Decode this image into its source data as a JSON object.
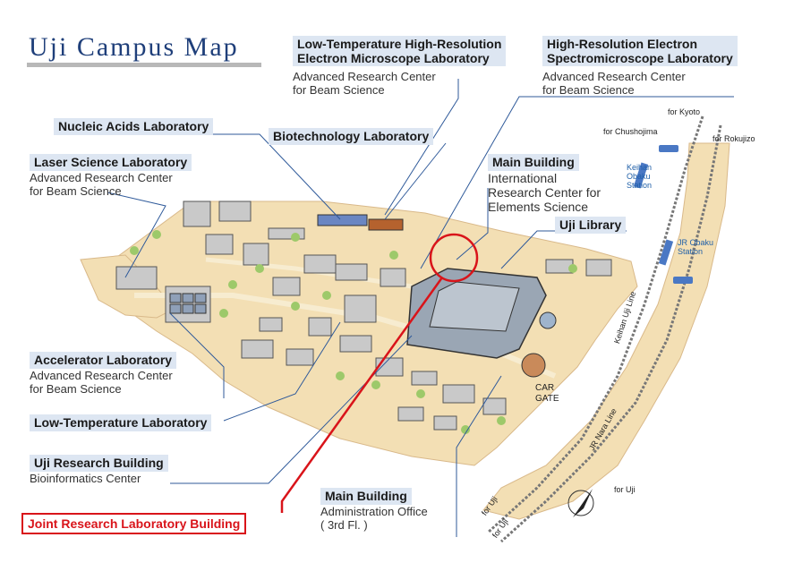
{
  "title": "Uji Campus Map",
  "labels": {
    "lowtemp_em": {
      "heading": [
        "Low-Temperature High-Resolution",
        "Electron Microscope Laboratory"
      ],
      "sub": [
        "Advanced Research Center",
        "for Beam Science"
      ]
    },
    "hires_es": {
      "heading": [
        "High-Resolution Electron",
        "Spectromicroscope Laboratory"
      ],
      "sub": [
        "Advanced Research Center",
        "for Beam Science"
      ]
    },
    "nucleic": {
      "heading": "Nucleic Acids Laboratory"
    },
    "biotech": {
      "heading": "Biotechnology Laboratory"
    },
    "laser": {
      "heading": "Laser Science Laboratory",
      "sub": [
        "Advanced Research Center",
        "for Beam Science"
      ]
    },
    "main_bldg_irc": {
      "heading": "Main Building",
      "sub": [
        "International",
        "Research Center for",
        "Elements Science"
      ]
    },
    "uji_library": {
      "heading": "Uji Library"
    },
    "accelerator": {
      "heading": "Accelerator Laboratory",
      "sub": [
        "Advanced Research Center",
        "for Beam Science"
      ]
    },
    "lowtemp_lab": {
      "heading": "Low-Temperature Laboratory"
    },
    "uji_research": {
      "heading": "Uji Research Building",
      "sub": "Bioinformatics Center"
    },
    "main_bldg_admin": {
      "heading": "Main Building",
      "sub": [
        "Administration Office",
        "( 3rd Fl. )"
      ]
    },
    "joint_research": "Joint Research Laboratory Building"
  },
  "small_labels": {
    "for_kyoto": "for Kyoto",
    "for_chushojima": "for Chushojima",
    "for_rokujizo": "for Rokujizo",
    "keihan_station": [
      "Keihan",
      "Obaku",
      "Station"
    ],
    "jr_station": [
      "JR Obaku",
      "Station"
    ],
    "keihan_line": "Keihan Uji Line",
    "jr_nara_line": "JR Nara Line",
    "car_gate": [
      "CAR",
      "GATE"
    ],
    "for_uji_1": "for Uji",
    "for_uji_2": "for Uji",
    "for_uji_3": "for Uji"
  },
  "colors": {
    "title": "#1f3f7a",
    "heading_bg": "#dde6f2",
    "ground": "#f3dfb4",
    "highlight": "#d9141a",
    "road": "#f7ecd0",
    "station": "#1f5fa8"
  },
  "icons": [
    "compass-icon",
    "train-icon"
  ]
}
